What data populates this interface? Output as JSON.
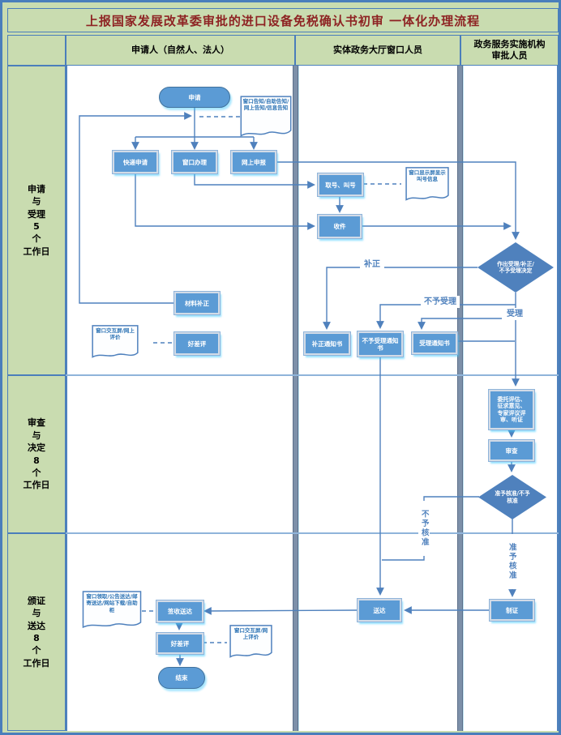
{
  "title": "上报国家发展改革委审批的进口设备免税确认书初审 一体化办理流程",
  "columns": {
    "applicant": "申请人（自然人、法人）",
    "hall": "实体政务大厅窗口人员",
    "agency": "政务服务实施机构\n审批人员"
  },
  "lanes": {
    "lane1": "申请\n与\n受理\n5\n个\n工作日",
    "lane2": "审查\n与\n决定\n8\n个\n工作日",
    "lane3": "颁证\n与\n送达\n8\n个\n工作日"
  },
  "nodes": {
    "start": "申请",
    "doc_notice": "窗口告知/自助告知/网上告知/信息告知",
    "express": "快递申请",
    "window_handle": "窗口办理",
    "online_declare": "网上申报",
    "take_number": "取号、叫号",
    "doc_callboard": "窗口显示屏显示叫号信息",
    "receive": "收件",
    "material_fix": "材料补正",
    "rating1": "好差评",
    "doc_eval1": "窗口交互屏/网上评价",
    "notice_fix": "补正通知书",
    "notice_reject": "不予受理通知书",
    "notice_accept": "受理通知书",
    "decision_accept": "作出受理/补正/\n不予受理决定",
    "special_procedure": "委托评估、\n征求意见、\n专家评议评\n审、听证",
    "review": "审查",
    "decision_approve": "准予核准/不予\n核准",
    "make_cert": "制证",
    "deliver": "送达",
    "sign_receive": "签收送达",
    "rating2": "好差评",
    "doc_pickup": "窗口领取/公告送达/邮寄送达/网站下载/自助柜",
    "doc_eval2": "窗口交互屏/网上评价",
    "end": "结束"
  },
  "edge_labels": {
    "fix": "补正",
    "reject": "不予受理",
    "accept": "受理",
    "not_approve": "不予核准",
    "approve": "准予核准"
  },
  "colors": {
    "accent_blue": "#4f81bd",
    "node_fill": "#5b9bd5",
    "lane_green": "#c9dcb0",
    "title_red": "#8e2323",
    "column_bar_gray": "#7d90a9"
  }
}
